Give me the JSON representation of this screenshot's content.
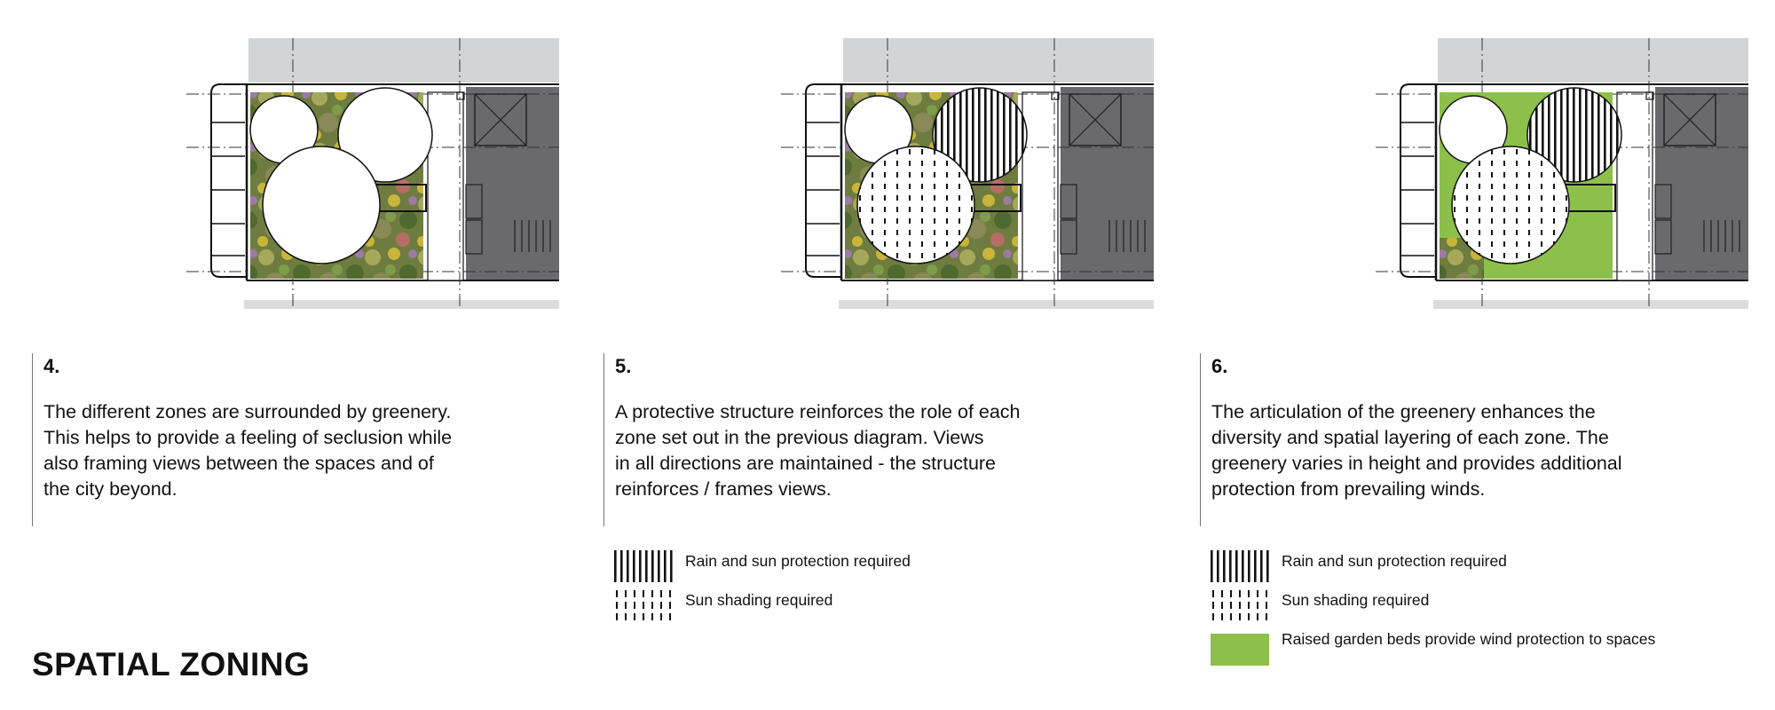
{
  "title": "SPATIAL ZONING",
  "steps": [
    {
      "number": "4.",
      "lines": [
        "The different zones are surrounded by greenery.",
        "This helps to provide a feeling of seclusion while",
        "also framing views between the spaces and of",
        "the city beyond."
      ]
    },
    {
      "number": "5.",
      "lines": [
        "A protective structure reinforces the role of each",
        "zone set out in the previous diagram.  Views",
        "in all directions are maintained - the structure",
        "reinforces / frames views."
      ]
    },
    {
      "number": "6.",
      "lines": [
        "The articulation of the greenery enhances the",
        "diversity and spatial layering of each zone.  The",
        "greenery varies in height and provides additional",
        "protection from prevailing winds."
      ]
    }
  ],
  "legends": {
    "step5": [
      "Rain and sun protection required",
      "Sun shading required"
    ],
    "step6": [
      "Rain and sun protection required",
      "Sun shading required",
      "Raised garden beds provide wind protection to spaces"
    ]
  },
  "colors": {
    "raised_bed": "#8dc04a",
    "building_dark": "#6a6a6d",
    "neighbour_light": "#d3d4d6",
    "garden_dark": "#566b34",
    "garden_light": "#a8ae6a"
  },
  "icons": [
    "plan-diagram",
    "vertical-stripes-pattern",
    "dashed-pattern",
    "green-swatch"
  ]
}
